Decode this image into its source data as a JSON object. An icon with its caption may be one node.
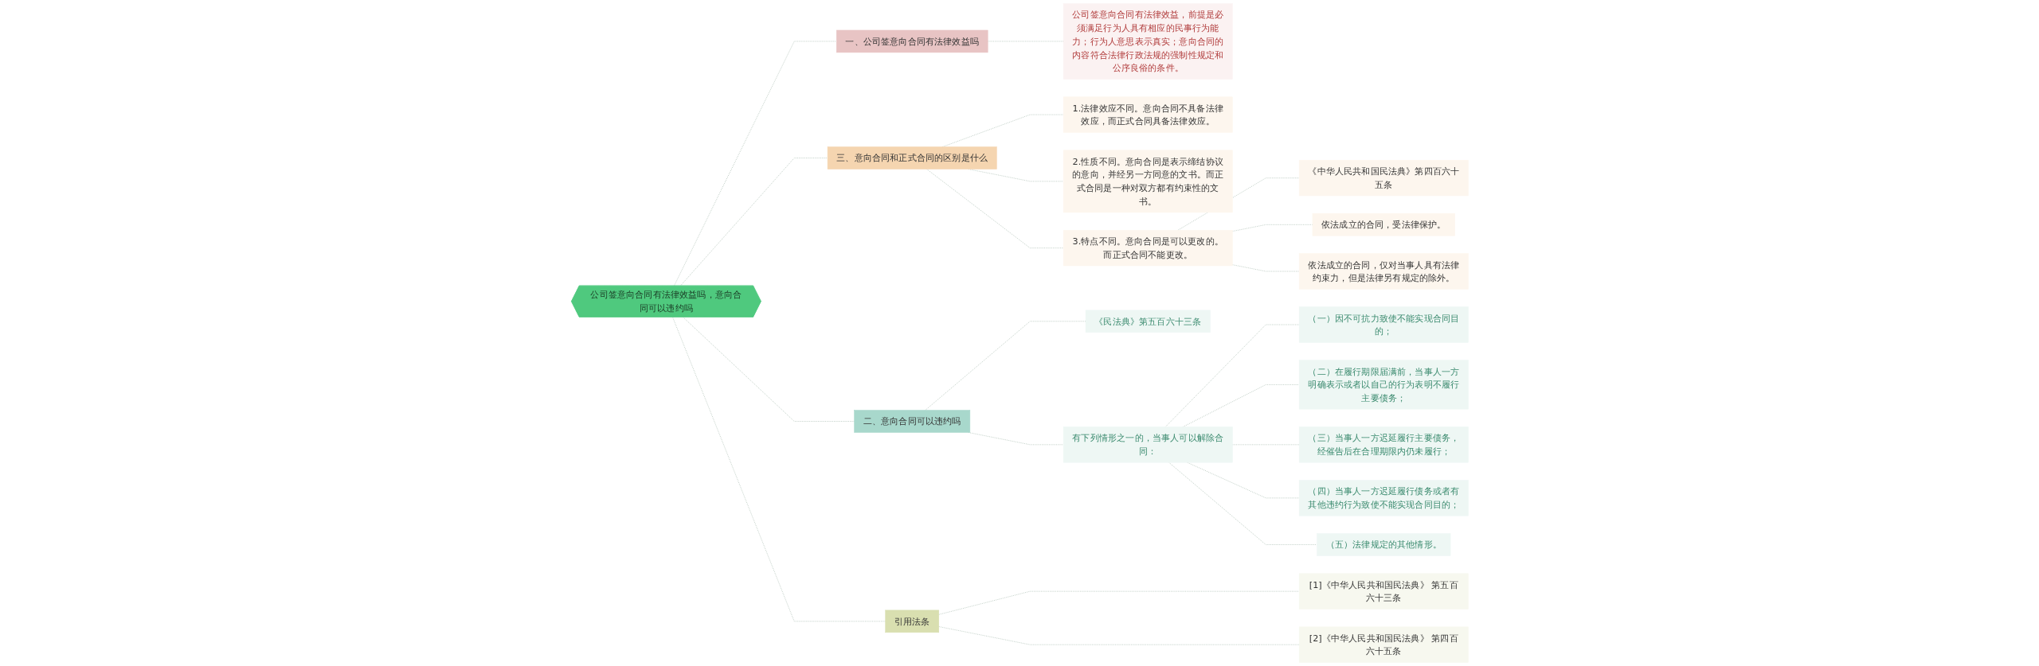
{
  "diagram": {
    "nodes": [
      {
        "text": [
          "公司签意向合同有法律效益吗，意向合同可以违约吗"
        ]
      },
      {
        "text": [
          "一、公司签意向合同有法律效益吗"
        ]
      },
      {
        "text": [
          "公司签意向合同有法律效益，前提是必须满足行为人具有相应的民事行为能力；行为人意思表示真实；意向合同的内容符合法律行政法规的强制性规定和公序良俗的条件。"
        ]
      },
      {
        "text": [
          "三、意向合同和正式合同的区别是什么"
        ]
      },
      {
        "text": [
          "1.法律效应不同。意向合同不具备法律效应，而正式合同具备法律效应。"
        ]
      },
      {
        "text": [
          "2.性质不同。意向合同是表示缔结协议的意向，并经另一方同意的文书。而正式合同是一种对双方都有约束性的文书。"
        ]
      },
      {
        "text": [
          "3.特点不同。意向合同是可以更改的。而正式合同不能更改。"
        ]
      },
      {
        "text": [
          "《中华人民共和国民法典》第四百六十五条"
        ]
      },
      {
        "text": [
          "依法成立的合同，受法律保护。"
        ]
      },
      {
        "text": [
          "依法成立的合同，仅对当事人具有法律约束力，但是法律另有规定的除外。"
        ]
      },
      {
        "text": [
          "二、意向合同可以违约吗"
        ]
      },
      {
        "text": [
          "《民法典》第五百六十三条"
        ]
      },
      {
        "text": [
          "有下列情形之一的，当事人可以解除合同："
        ]
      },
      {
        "text": [
          "（一）因不可抗力致使不能实现合同目的；"
        ]
      },
      {
        "text": [
          "（二）在履行期限届满前，当事人一方明确表示或者以自己的行为表明不履行主要债务；"
        ]
      },
      {
        "text": [
          "（三）当事人一方迟延履行主要债务，经催告后在合理期限内仍未履行；"
        ]
      },
      {
        "text": [
          "（四）当事人一方迟延履行债务或者有其他违约行为致使不能实现合同目的；"
        ]
      },
      {
        "text": [
          "（五）法律规定的其他情形。"
        ]
      },
      {
        "text": [
          "引用法条"
        ]
      },
      {
        "text": [
          "[1]《中华人民共和国民法典》 第五百六十三条"
        ]
      },
      {
        "text": [
          "[2]《中华人民共和国民法典》 第四百六十五条"
        ]
      }
    ],
    "edges": [
      {
        "from": 0,
        "to": 1,
        "arrow": "none",
        "style": "dashed"
      },
      {
        "from": 1,
        "to": 2,
        "arrow": "none",
        "style": "dashed"
      },
      {
        "from": 0,
        "to": 3,
        "arrow": "none",
        "style": "dashed"
      },
      {
        "from": 3,
        "to": 4,
        "arrow": "none",
        "style": "dashed"
      },
      {
        "from": 3,
        "to": 5,
        "arrow": "none",
        "style": "dashed"
      },
      {
        "from": 3,
        "to": 6,
        "arrow": "none",
        "style": "dashed"
      },
      {
        "from": 6,
        "to": 7,
        "arrow": "none",
        "style": "dashed"
      },
      {
        "from": 6,
        "to": 8,
        "arrow": "none",
        "style": "dashed"
      },
      {
        "from": 6,
        "to": 9,
        "arrow": "none",
        "style": "dashed"
      },
      {
        "from": 0,
        "to": 10,
        "arrow": "none",
        "style": "dashed"
      },
      {
        "from": 10,
        "to": 11,
        "arrow": "none",
        "style": "dashed"
      },
      {
        "from": 10,
        "to": 12,
        "arrow": "none",
        "style": "dashed"
      },
      {
        "from": 12,
        "to": 13,
        "arrow": "none",
        "style": "dashed"
      },
      {
        "from": 12,
        "to": 14,
        "arrow": "none",
        "style": "dashed"
      },
      {
        "from": 12,
        "to": 15,
        "arrow": "none",
        "style": "dashed"
      },
      {
        "from": 12,
        "to": 16,
        "arrow": "none",
        "style": "dashed"
      },
      {
        "from": 12,
        "to": 17,
        "arrow": "none",
        "style": "dashed"
      },
      {
        "from": 0,
        "to": 18,
        "arrow": "none",
        "style": "dashed"
      },
      {
        "from": 18,
        "to": 19,
        "arrow": "none",
        "style": "dashed"
      },
      {
        "from": 18,
        "to": 20,
        "arrow": "none",
        "style": "dashed"
      }
    ]
  }
}
